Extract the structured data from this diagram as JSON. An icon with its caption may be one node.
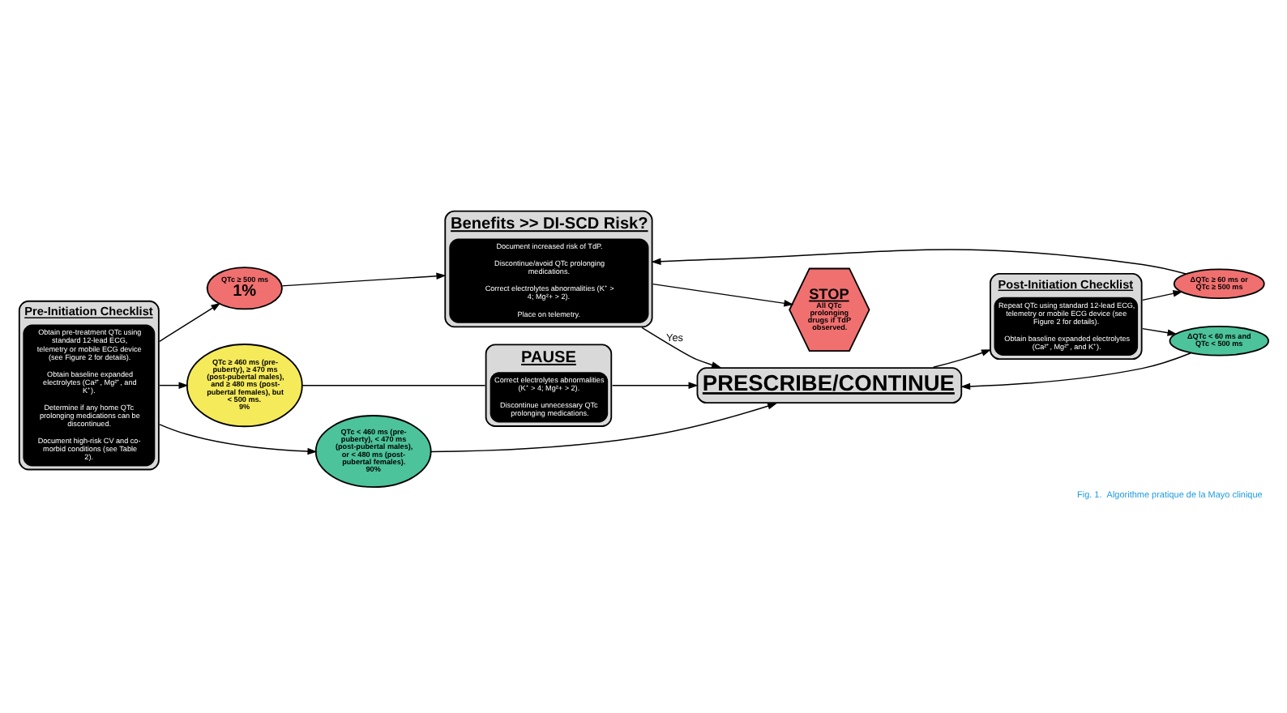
{
  "diagram": {
    "caption": "Fig. 1.  Algorithme pratique de la Mayo clinique",
    "nodes": [
      {
        "text": [
          "Pre-Initiation Checklist",
          "Obtain pre-treatment QTc using standard 12-lead ECG, telemetry or mobile ECG device (see Figure 2 for details).",
          "Obtain baseline expanded electrolytes (Ca²⁺, Mg²⁺, and K⁺).",
          "Determine if any home QTc prolonging medications can be discontinued.",
          "Document high-risk CV and co-morbid conditions (see Table 2)."
        ]
      },
      {
        "text": [
          "QTc ≥ 500 ms",
          "1%"
        ]
      },
      {
        "text": [
          "QTc ≥ 460 ms (pre-puberty), ≥ 470 ms (post-pubertal males), and ≥ 480 ms (post-pubertal females), but < 500 ms.",
          "9%"
        ]
      },
      {
        "text": [
          "QTc < 460 ms (pre-puberty), < 470 ms (post-pubertal males), or < 480 ms (post-pubertal females).",
          "90%"
        ]
      },
      {
        "text": [
          "Benefits >> DI-SCD Risk?",
          "Document increased risk of TdP.",
          "Discontinue/avoid QTc prolonging medications.",
          "Correct electrolytes abnormalities (K⁺ > 4; Mg²+ > 2).",
          "Place on telemetry."
        ]
      },
      {
        "text": [
          "STOP",
          "All QTc prolonging drugs if TdP observed."
        ]
      },
      {
        "text": [
          "PAUSE",
          "Correct electrolytes abnormalities (K⁺ > 4; Mg²+ > 2).",
          "Discontinue unnecessary QTc prolonging medications."
        ]
      },
      {
        "text": [
          "PRESCRIBE/CONTINUE"
        ]
      },
      {
        "text": [
          "Post-Initiation Checklist",
          "Repeat QTc using standard 12-lead ECG, telemetry or mobile ECG device (see Figure 2 for details).",
          "Obtain baseline expanded electrolytes (Ca²⁺, Mg²⁺, and K⁺)."
        ]
      },
      {
        "text": [
          "ΔQTc ≥ 60 ms or QTc ≥ 500 ms"
        ]
      },
      {
        "text": [
          "ΔQTc < 60 ms and QTc < 500 ms"
        ]
      }
    ],
    "edges": [
      {
        "from": 0,
        "to": 1,
        "arrow": "to"
      },
      {
        "from": 0,
        "to": 2,
        "arrow": "to"
      },
      {
        "from": 0,
        "to": 3,
        "arrow": "to"
      },
      {
        "from": 1,
        "to": 4,
        "arrow": "to"
      },
      {
        "from": 4,
        "to": 5,
        "arrow": "to"
      },
      {
        "from": 4,
        "to": 7,
        "arrow": "to",
        "label": "Yes"
      },
      {
        "from": 2,
        "to": 6,
        "arrow": "none"
      },
      {
        "from": 6,
        "to": 7,
        "arrow": "to"
      },
      {
        "from": 3,
        "to": 7,
        "arrow": "to"
      },
      {
        "from": 9,
        "to": 4,
        "arrow": "to"
      },
      {
        "from": 7,
        "to": 8,
        "arrow": "to"
      },
      {
        "from": 8,
        "to": 9,
        "arrow": "to"
      },
      {
        "from": 8,
        "to": 10,
        "arrow": "to"
      },
      {
        "from": 10,
        "to": 7,
        "arrow": "to"
      }
    ]
  }
}
